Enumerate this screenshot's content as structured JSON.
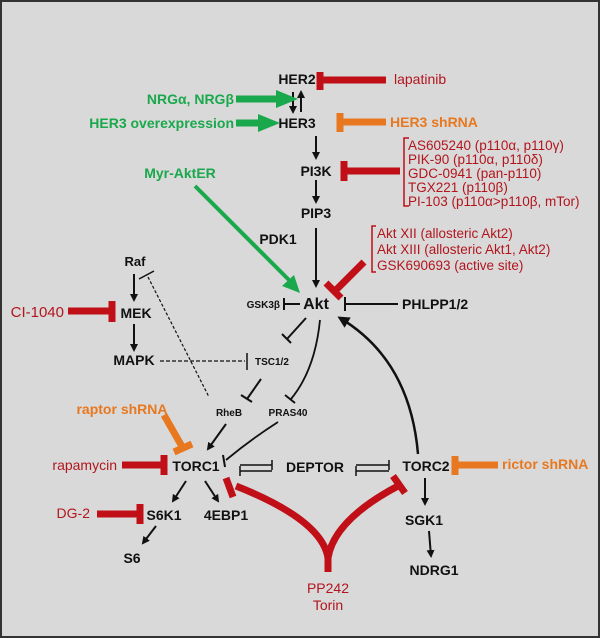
{
  "colors": {
    "background": "#d9d9d9",
    "border": "#333333",
    "node": "#111111",
    "inhibitor_red": "#c00f17",
    "activator_green": "#1aa84c",
    "shrna_orange": "#e8781f"
  },
  "nodes": {
    "her2": "HER2",
    "her3": "HER3",
    "pi3k": "PI3K",
    "pip3": "PIP3",
    "pdk1": "PDK1",
    "akt": "Akt",
    "gsk3b": "GSK3β",
    "phlpp": "PHLPP1/2",
    "raf": "Raf",
    "mek": "MEK",
    "mapk": "MAPK",
    "tsc": "TSC1/2",
    "rheb": "RheB",
    "pras40": "PRAS40",
    "torc1": "TORC1",
    "deptor": "DEPTOR",
    "torc2": "TORC2",
    "s6k1": "S6K1",
    "ebp1": "4EBP1",
    "s6": "S6",
    "sgk1": "SGK1",
    "ndrg1": "NDRG1"
  },
  "activators": {
    "nrg": "NRGα, NRGβ",
    "her3_over": "HER3 overexpression",
    "myr_akt": "Myr-AktER"
  },
  "shrnas": {
    "her3": "HER3 shRNA",
    "raptor": "raptor shRNA",
    "rictor": "rictor shRNA"
  },
  "inhibitors": {
    "lapatinib": "lapatinib",
    "pi3k_list": [
      "AS605240 (p110α, p110γ)",
      "PIK-90 (p110α, p110δ)",
      "GDC-0941 (pan-p110)",
      "TGX221 (p110β)",
      "PI-103 (p110α>p110β, mTor)"
    ],
    "akt_list": [
      "Akt XII (allosteric Akt2)",
      "Akt XIII (allosteric Akt1, Akt2)",
      "GSK690693 (active site)"
    ],
    "ci1040": "CI-1040",
    "rapamycin": "rapamycin",
    "dg2": "DG-2",
    "pp242": "PP242",
    "torin": "Torin"
  }
}
